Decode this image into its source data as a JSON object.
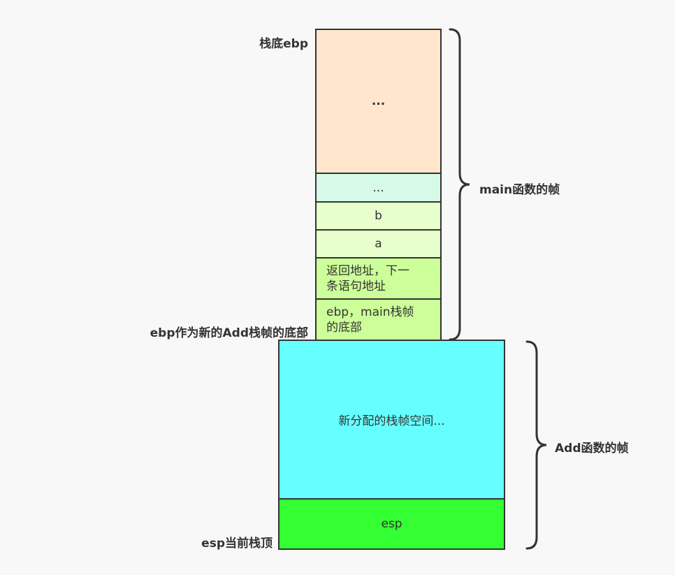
{
  "colors": {
    "stroke": "#333333",
    "background": "#f8f8f8",
    "main_top": "#ffe6cc",
    "main_ellipsis": "#d5fbe8",
    "main_vars": "#e6ffcc",
    "main_return": "#ccff99",
    "add_space": "#66ffff",
    "esp_cell": "#33ff33"
  },
  "main_frame": {
    "cells": [
      {
        "id": "dots-top",
        "text": "..."
      },
      {
        "id": "dots-small",
        "text": "..."
      },
      {
        "id": "var-b",
        "text": "b"
      },
      {
        "id": "var-a",
        "text": "a"
      },
      {
        "id": "return-address",
        "line1": "返回地址，下一",
        "line2": "条语句地址"
      },
      {
        "id": "saved-ebp",
        "line1": "ebp，main栈帧",
        "line2": "的底部"
      }
    ],
    "brace_label": "main函数的帧"
  },
  "add_frame": {
    "cells": [
      {
        "id": "allocated-space",
        "text": "新分配的栈帧空间..."
      },
      {
        "id": "esp-cell",
        "text": "esp"
      }
    ],
    "brace_label": "Add函数的帧"
  },
  "labels": {
    "stack_bottom": "栈底ebp",
    "new_ebp": "ebp作为新的Add栈帧的底部",
    "stack_top": "esp当前栈顶"
  }
}
